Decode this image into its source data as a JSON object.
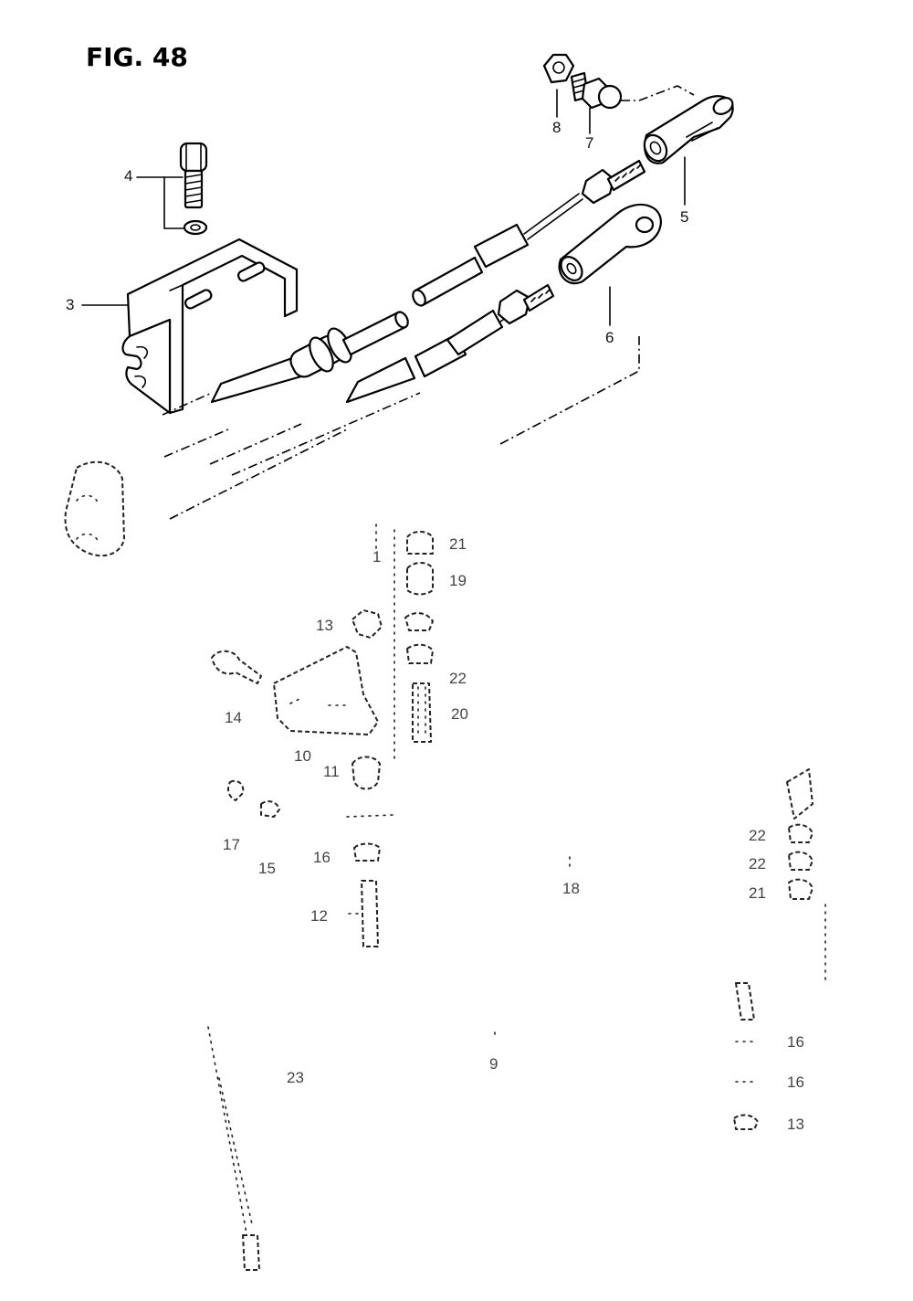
{
  "figure": {
    "title": "FIG. 48"
  },
  "callouts": [
    {
      "id": "c3",
      "label": "3"
    },
    {
      "id": "c4",
      "label": "4"
    },
    {
      "id": "c5",
      "label": "5"
    },
    {
      "id": "c6",
      "label": "6"
    },
    {
      "id": "c7",
      "label": "7"
    },
    {
      "id": "c8",
      "label": "8"
    },
    {
      "id": "c21a",
      "label": "21"
    },
    {
      "id": "c19",
      "label": "19"
    },
    {
      "id": "c13a",
      "label": "13"
    },
    {
      "id": "c22a",
      "label": "22"
    },
    {
      "id": "c20",
      "label": "20"
    },
    {
      "id": "c14",
      "label": "14"
    },
    {
      "id": "c10",
      "label": "10"
    },
    {
      "id": "c11",
      "label": "11"
    },
    {
      "id": "c17",
      "label": "17"
    },
    {
      "id": "c15",
      "label": "15"
    },
    {
      "id": "c16a",
      "label": "16"
    },
    {
      "id": "c12",
      "label": "12"
    },
    {
      "id": "c18",
      "label": "18"
    },
    {
      "id": "c22b",
      "label": "22"
    },
    {
      "id": "c22c",
      "label": "22"
    },
    {
      "id": "c21b",
      "label": "21"
    },
    {
      "id": "c16b",
      "label": "16"
    },
    {
      "id": "c16c",
      "label": "16"
    },
    {
      "id": "c13b",
      "label": "13"
    },
    {
      "id": "c23",
      "label": "23"
    },
    {
      "id": "c9",
      "label": "9"
    },
    {
      "id": "c1",
      "label": "1"
    }
  ]
}
